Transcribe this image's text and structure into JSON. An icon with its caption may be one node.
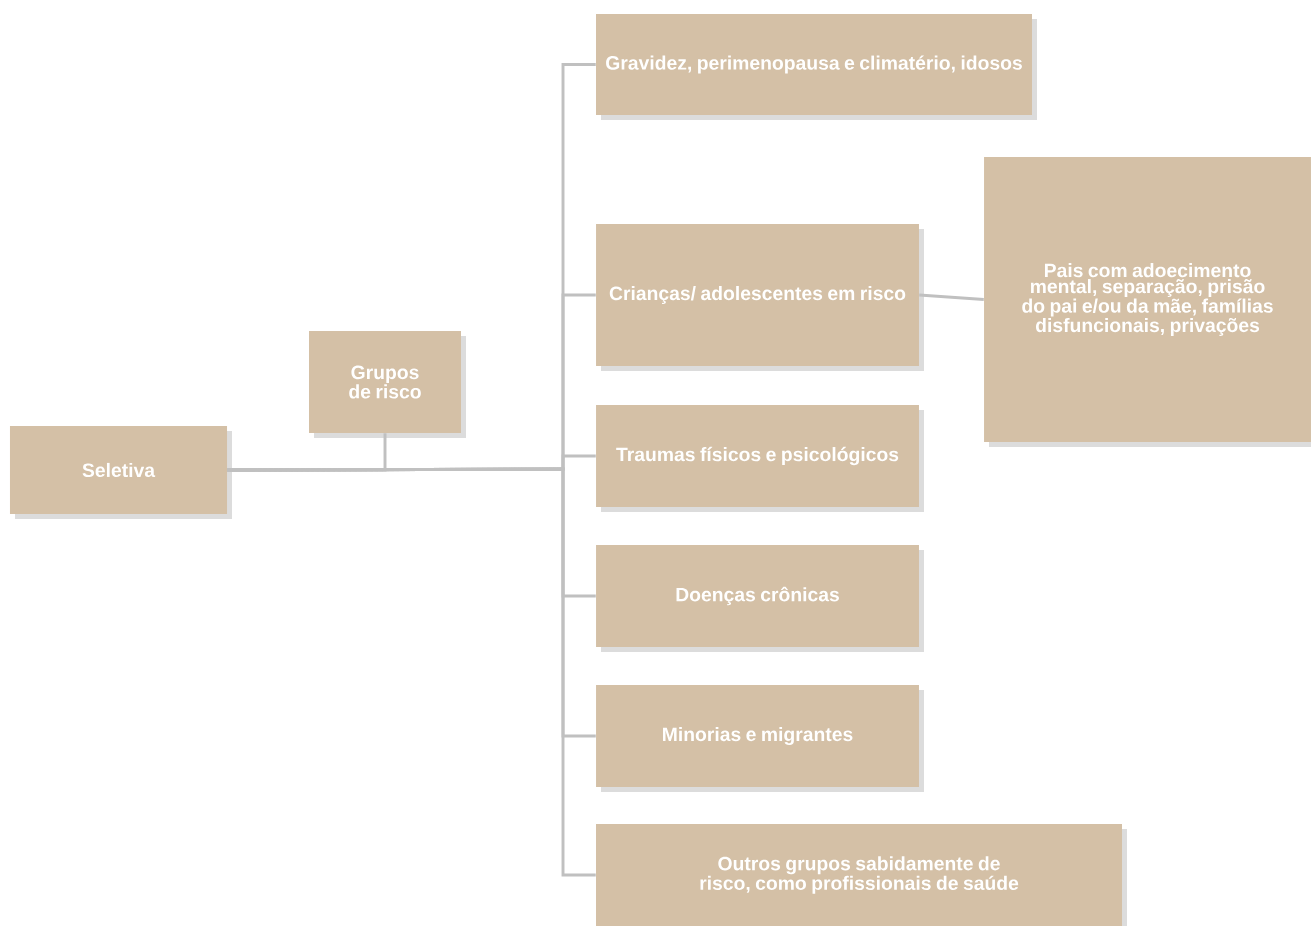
{
  "diagram": {
    "nodes": [
      {
        "text": [
          "Seletiva"
        ]
      },
      {
        "text": [
          "Grupos de risco"
        ]
      },
      {
        "text": [
          "Gravidez, perimenopausa e climatério, idosos"
        ]
      },
      {
        "text": [
          "Crianças/ adolescentes em risco"
        ]
      },
      {
        "text": [
          "Pais com adoecimento mental, separação, prisão do pai e/ou da mãe, famílias disfuncionais, privações"
        ]
      },
      {
        "text": [
          "Traumas físicos e psicológicos"
        ]
      },
      {
        "text": [
          "Doenças crônicas"
        ]
      },
      {
        "text": [
          "Minorias e migrantes"
        ]
      },
      {
        "text": [
          "Outros grupos sabidamente de risco, como profissionais de saúde"
        ]
      }
    ],
    "edges": [
      {
        "from": 0,
        "to": 1,
        "arrow": "none"
      },
      {
        "from": 0,
        "to": 2,
        "arrow": "none"
      },
      {
        "from": 0,
        "to": 3,
        "arrow": "none"
      },
      {
        "from": 3,
        "to": 4,
        "arrow": "none"
      },
      {
        "from": 0,
        "to": 5,
        "arrow": "none"
      },
      {
        "from": 0,
        "to": 6,
        "arrow": "none"
      },
      {
        "from": 0,
        "to": 7,
        "arrow": "none"
      },
      {
        "from": 0,
        "to": 8,
        "arrow": "none"
      }
    ]
  }
}
